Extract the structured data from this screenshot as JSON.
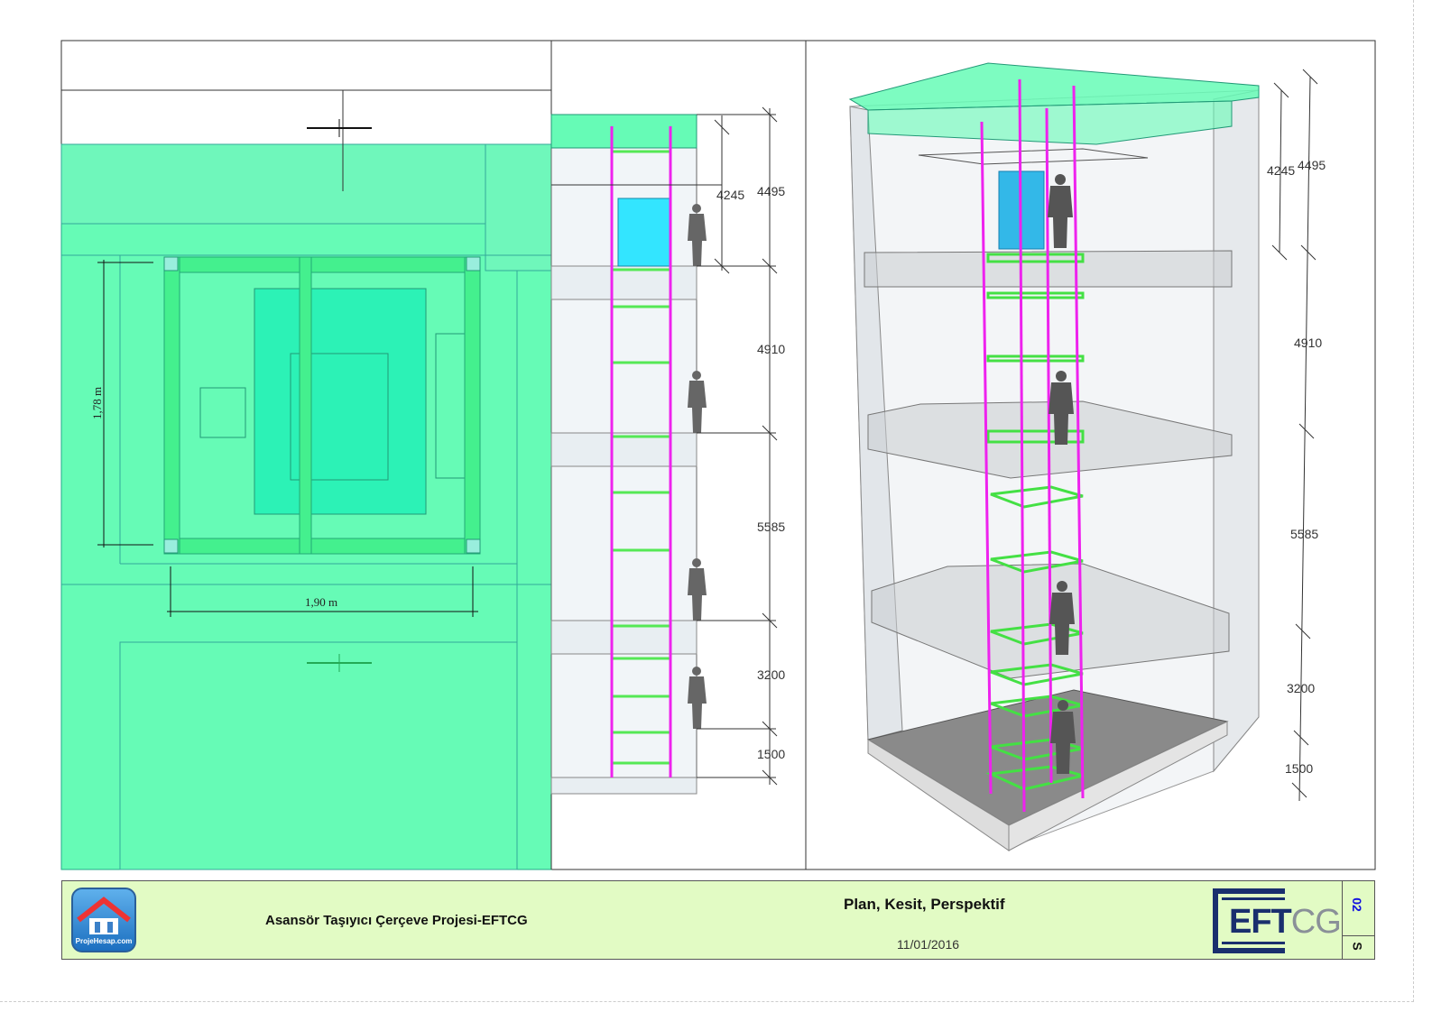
{
  "plan": {
    "dim_width": "1,90 m",
    "dim_depth": "1,78 m"
  },
  "section": {
    "dims": [
      "4495",
      "4245",
      "4910",
      "5585",
      "3200",
      "1500"
    ]
  },
  "perspective": {
    "dims": [
      "4495",
      "4245",
      "4910",
      "5585",
      "3200",
      "1500"
    ]
  },
  "title_block": {
    "logo_label": "ProjeHesap.com",
    "project_title": "Asansör Taşıyıcı Çerçeve Projesi-EFTCG",
    "sheet_title": "Plan, Kesit, Perspektif",
    "date": "11/01/2016",
    "brand_main": "EFT",
    "brand_accent": "CG",
    "sheet_number": "02",
    "sheet_letter": "S"
  },
  "colors": {
    "green_fill": "#66fbb6",
    "magenta": "#ee22ee",
    "rung_green": "#55e855",
    "cyan": "#33e5ff",
    "title_bg": "#e2fbc4",
    "brand_blue": "#1a2f6e"
  }
}
